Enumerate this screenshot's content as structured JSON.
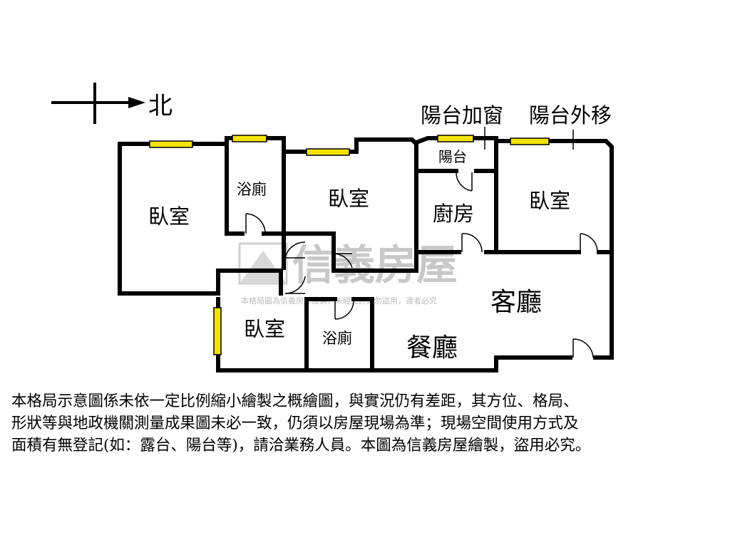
{
  "compass": {
    "north_label": "北"
  },
  "rooms": {
    "bedroom_west": "臥室",
    "bath_upper": "浴廁",
    "bedroom_middle": "臥室",
    "balcony": "陽台",
    "kitchen": "廚房",
    "bedroom_east": "臥室",
    "bedroom_lower": "臥室",
    "bath_lower": "浴廁",
    "living_room": "客廳",
    "dining_room": "餐廳"
  },
  "callouts": {
    "balcony_window": "陽台加窗",
    "balcony_moved": "陽台外移"
  },
  "watermark": {
    "brand": "信義房屋",
    "notice": "本格局圖為信義房屋繪製，未經允許請勿盜用，違者必究"
  },
  "disclaimer": "本格局示意圖係未依一定比例縮小繪製之概繪圖，與實況仍有差距，其方位、格局、\n形狀等與地政機關測量成果圖未必一致，仍須以房屋現場為準；現場空間使用方式及\n面積有無登記(如：露台、陽台等)，請洽業務人員。本圖為信義房屋繪製，盜用必究。",
  "colors": {
    "wall": "#000000",
    "window": "#f2e300",
    "watermark": "#c8c8c8"
  }
}
